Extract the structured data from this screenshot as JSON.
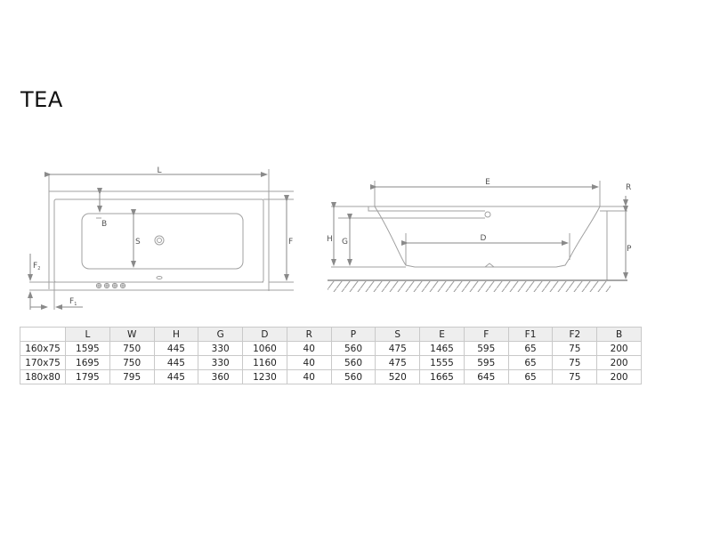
{
  "title": "TEA",
  "diagram": {
    "top_view_labels": {
      "length": "L",
      "rim_width": "B",
      "inner_width": "S",
      "outer_width": "F",
      "foot_offset_vertical": "F",
      "foot_offset_vertical_sub": "2",
      "foot_offset_horizontal": "F",
      "foot_offset_horizontal_sub": "1"
    },
    "side_view_labels": {
      "top_length": "E",
      "bottom_length": "D",
      "rim_height": "R",
      "leg_height": "P",
      "total_height": "H",
      "inner_depth": "G"
    }
  },
  "table": {
    "columns": [
      "",
      "L",
      "W",
      "H",
      "G",
      "D",
      "R",
      "P",
      "S",
      "E",
      "F",
      "F1",
      "F2",
      "B"
    ],
    "rows": [
      [
        "160x75",
        "1595",
        "750",
        "445",
        "330",
        "1060",
        "40",
        "560",
        "475",
        "1465",
        "595",
        "65",
        "75",
        "200"
      ],
      [
        "170x75",
        "1695",
        "750",
        "445",
        "330",
        "1160",
        "40",
        "560",
        "475",
        "1555",
        "595",
        "65",
        "75",
        "200"
      ],
      [
        "180x80",
        "1795",
        "795",
        "445",
        "360",
        "1230",
        "40",
        "560",
        "520",
        "1665",
        "645",
        "65",
        "75",
        "200"
      ]
    ]
  },
  "colors": {
    "line": "#9a9a9a",
    "header_bg": "#eeeeee",
    "border": "#c9c9c9"
  }
}
